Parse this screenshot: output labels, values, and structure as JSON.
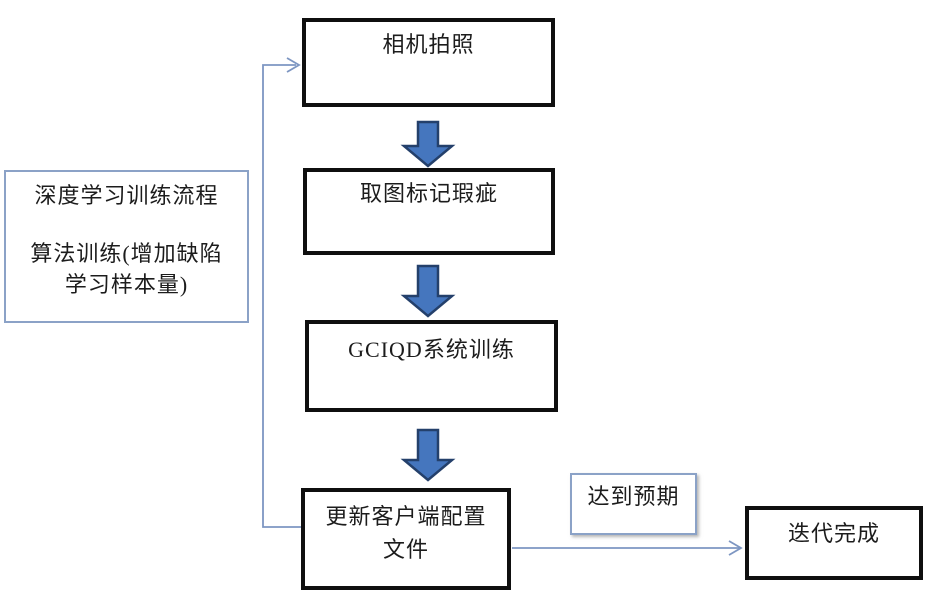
{
  "colors": {
    "background": "#ffffff",
    "node-border": "#0f0f0f",
    "note-border": "#8ba2c7",
    "connector": "#7d96c2",
    "arrow-fill": "#4576be",
    "arrow-border": "#24406b",
    "text": "#1c1c1c"
  },
  "diagram": {
    "type": "flowchart",
    "nodes": {
      "camera": {
        "label": "相机拍照"
      },
      "mark": {
        "label": "取图标记瑕疵"
      },
      "train": {
        "label": "GCIQD系统训练"
      },
      "update": {
        "line1": "更新客户端配置",
        "line2": "文件"
      },
      "done": {
        "label": "迭代完成"
      }
    },
    "note": {
      "line1": "深度学习训练流程",
      "line2": "算法训练(增加缺陷",
      "line3": "学习样本量)"
    },
    "condition": {
      "label": "达到预期"
    }
  }
}
